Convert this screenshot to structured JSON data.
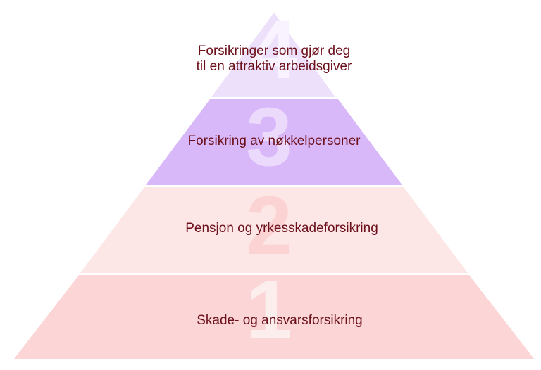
{
  "pyramid": {
    "text_color": "#6b0f1a",
    "tiers": [
      {
        "number": "4",
        "label_lines": [
          "Forsikringer som gjør deg",
          "til en attraktiv arbeidsgiver"
        ],
        "fill": "#ece0fa",
        "number_color": "#f8f3fe"
      },
      {
        "number": "3",
        "label_lines": [
          "Forsikring av nøkkelpersoner"
        ],
        "fill": "#d9b8fa",
        "number_color": "#ecdafc"
      },
      {
        "number": "2",
        "label_lines": [
          "Pensjon og yrkesskadeforsikring"
        ],
        "fill": "#fde6e6",
        "number_color": "#fbd3d3"
      },
      {
        "number": "1",
        "label_lines": [
          "Skade- og ansvarsforsikring"
        ],
        "fill": "#fcd6d6",
        "number_color": "#fdeeee"
      }
    ]
  }
}
